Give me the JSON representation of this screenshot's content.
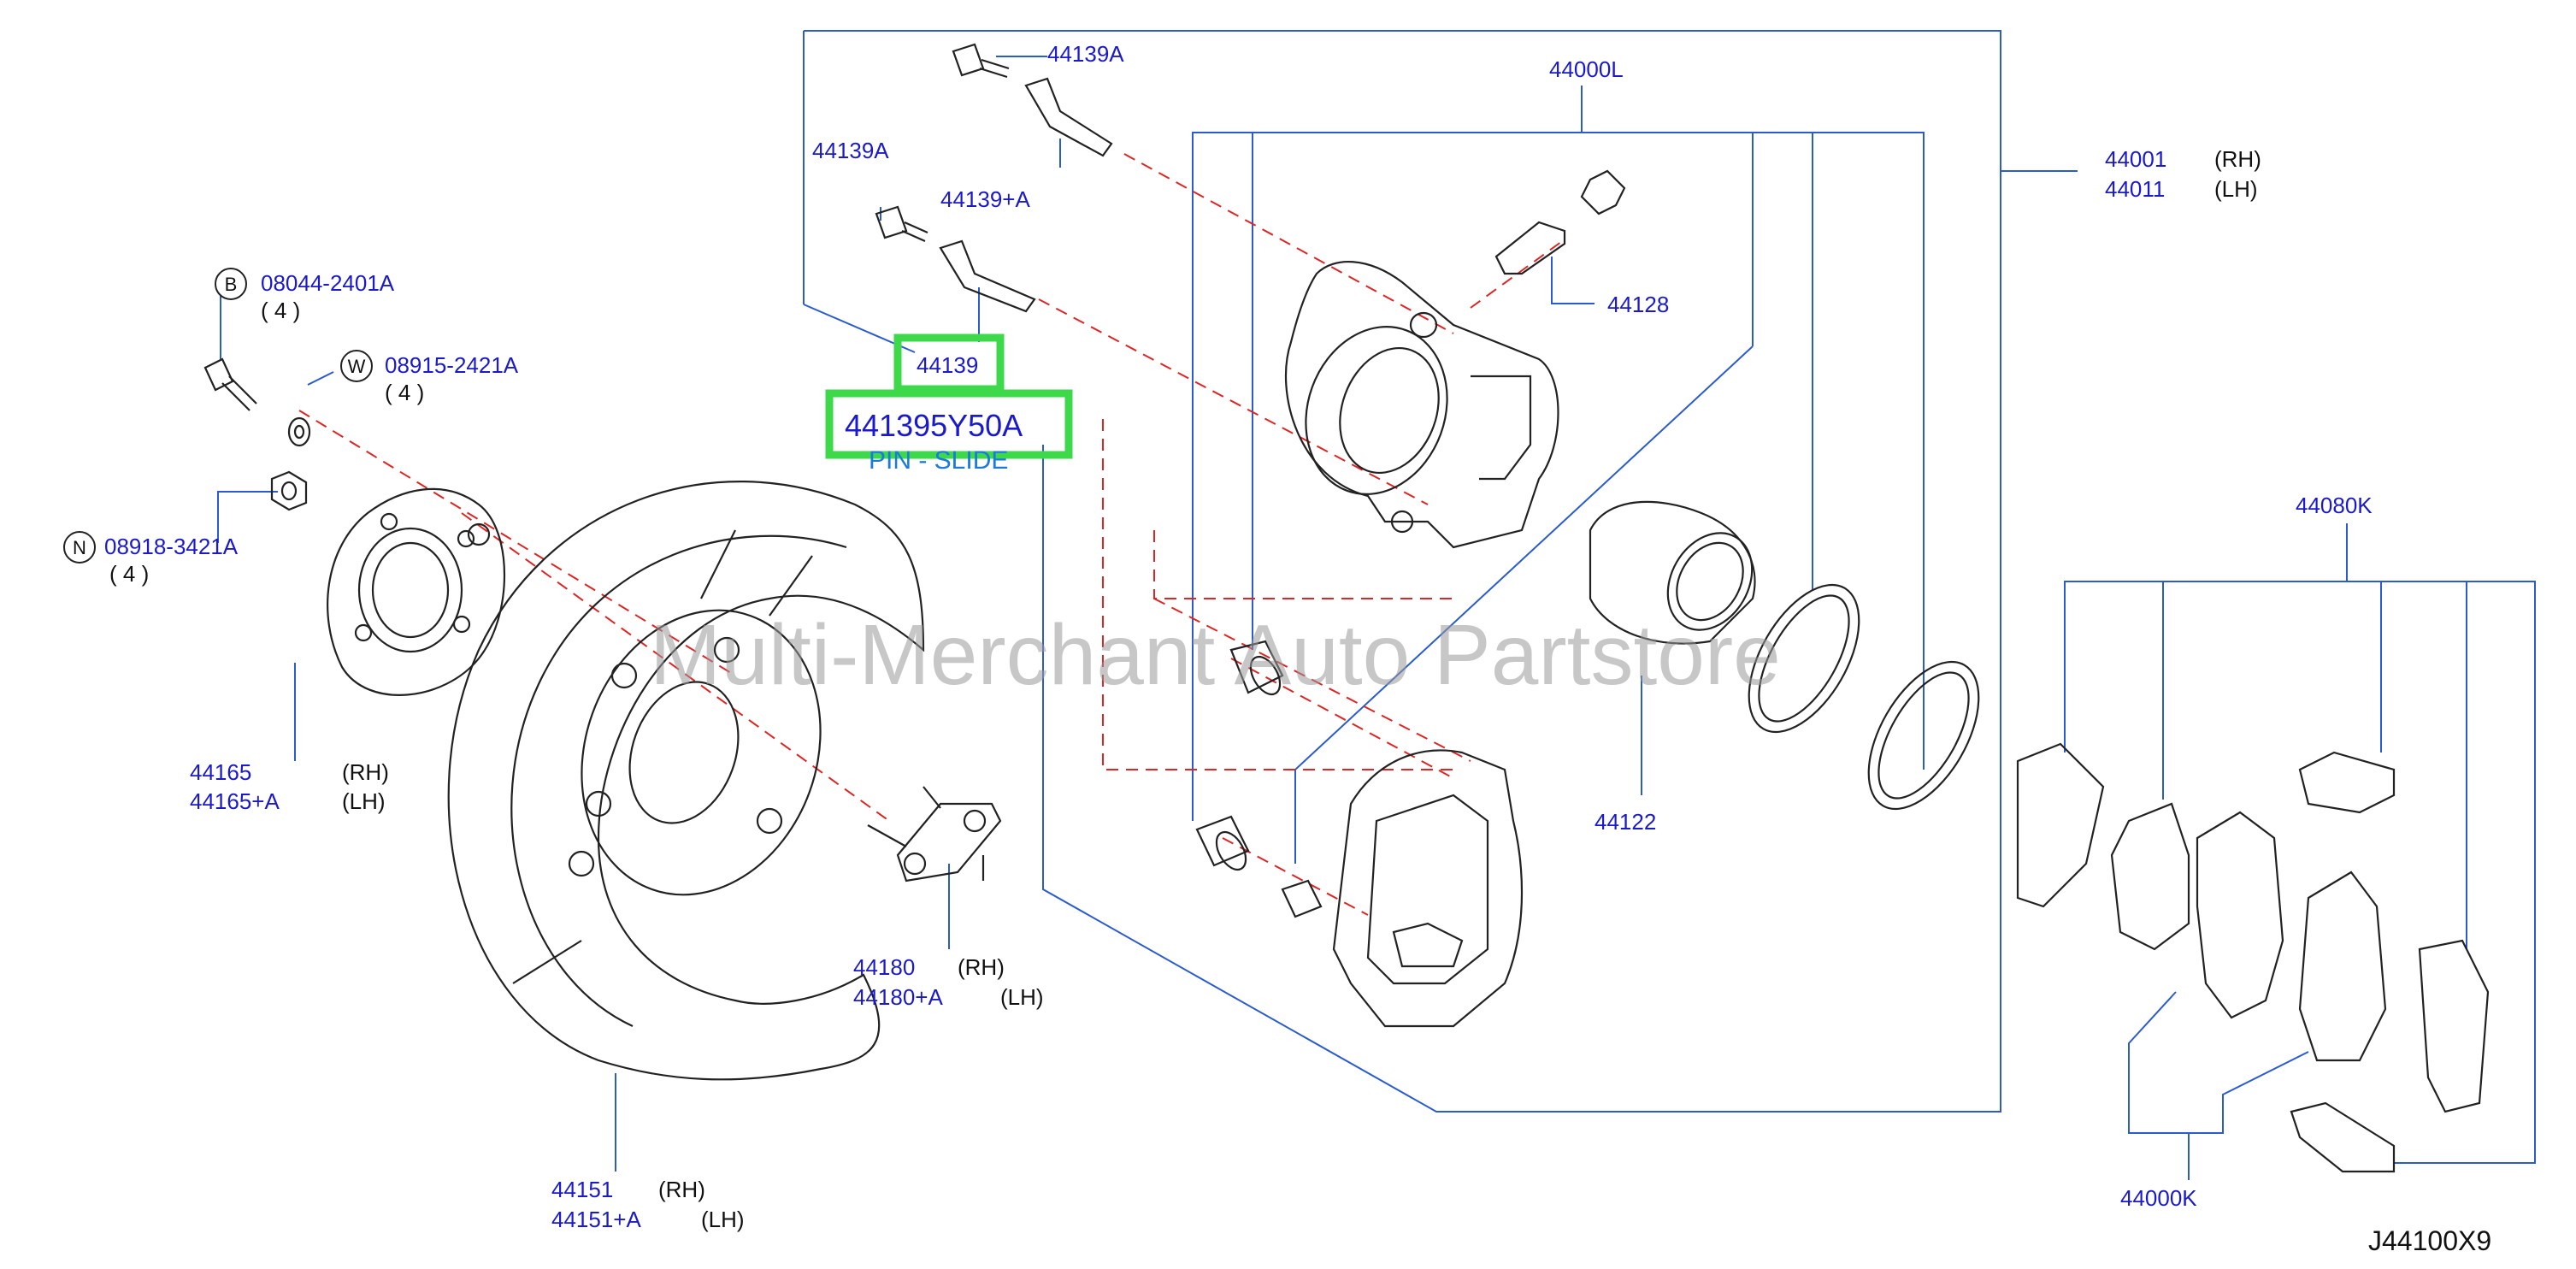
{
  "watermark": "Multi-Merchant Auto Partstore",
  "diagram_code": "J44100X9",
  "parts": {
    "p44139A_top": "44139A",
    "p44139A_left": "44139A",
    "p44139pA": "44139+A",
    "p44139": "44139",
    "p441395Y50A": "441395Y50A",
    "pin_slide": "PIN - SLIDE",
    "p44000L": "44000L",
    "p44001": "44001",
    "p44001_side": "(RH)",
    "p44011": "44011",
    "p44011_side": "(LH)",
    "p44128": "44128",
    "p44122": "44122",
    "p44080K": "44080K",
    "p44000K": "44000K",
    "b_circle": "B",
    "b_part": "08044-2401A",
    "b_qty": "( 4 )",
    "w_circle": "W",
    "w_part": "08915-2421A",
    "w_qty": "( 4 )",
    "n_circle": "N",
    "n_part": "08918-3421A",
    "n_qty": "( 4     )",
    "p44165": "44165",
    "p44165_side": "(RH)",
    "p44165A": "44165+A",
    "p44165A_side": "(LH)",
    "p44180": "44180",
    "p44180_side": "(RH)",
    "p44180A": "44180+A",
    "p44180A_side": "(LH)",
    "p44151": "44151",
    "p44151_side": "(RH)",
    "p44151A": "44151+A",
    "p44151A_side": "(LH)"
  }
}
